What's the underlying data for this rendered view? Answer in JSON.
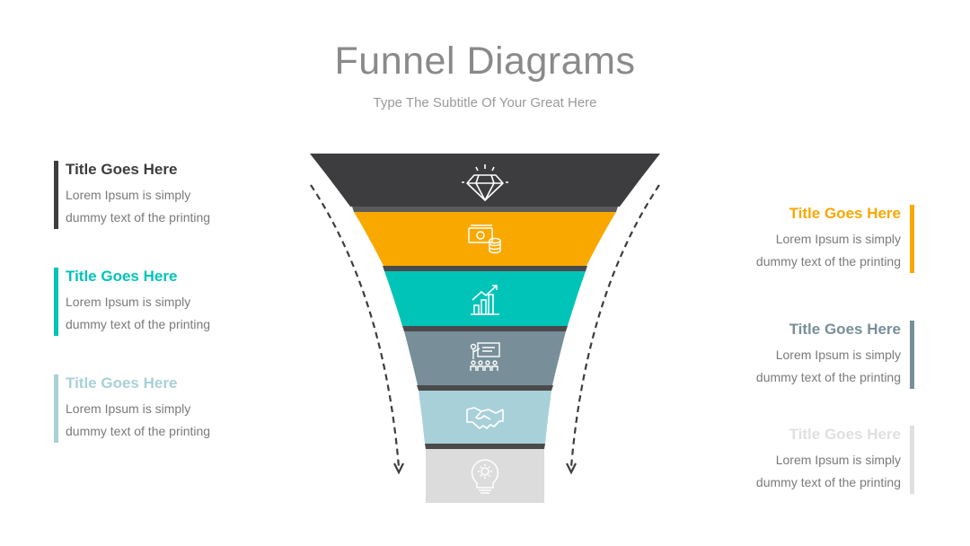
{
  "header": {
    "title": "Funnel Diagrams",
    "subtitle": "Type The Subtitle Of Your Great Here"
  },
  "left_cards": [
    {
      "title": "Title Goes Here",
      "line1": "Lorem Ipsum is simply",
      "line2": "dummy text of the printing",
      "color": "#3d3d3f"
    },
    {
      "title": "Title Goes Here",
      "line1": "Lorem Ipsum is simply",
      "line2": "dummy text of the printing",
      "color": "#00c4b8"
    },
    {
      "title": "Title Goes Here",
      "line1": "Lorem Ipsum is simply",
      "line2": "dummy text of the printing",
      "color": "#a8d0d8"
    }
  ],
  "right_cards": [
    {
      "title": "Title Goes Here",
      "line1": "Lorem Ipsum is simply",
      "line2": "dummy text of the printing",
      "color": "#f9a800"
    },
    {
      "title": "Title Goes Here",
      "line1": "Lorem Ipsum is simply",
      "line2": "dummy text of the printing",
      "color": "#788f99"
    },
    {
      "title": "Title Goes Here",
      "line1": "Lorem Ipsum is simply",
      "line2": "dummy text of the printing",
      "color": "#e0e0e0"
    }
  ],
  "funnel": {
    "levels": [
      {
        "icon": "diamond-icon",
        "color": "#3d3d3f"
      },
      {
        "icon": "money-icon",
        "color": "#f9a800"
      },
      {
        "icon": "growth-chart-icon",
        "color": "#00c4b8"
      },
      {
        "icon": "presentation-icon",
        "color": "#788f99"
      },
      {
        "icon": "handshake-icon",
        "color": "#a8d0d8"
      },
      {
        "icon": "lightbulb-gear-icon",
        "color": "#dcdcdc"
      }
    ]
  }
}
